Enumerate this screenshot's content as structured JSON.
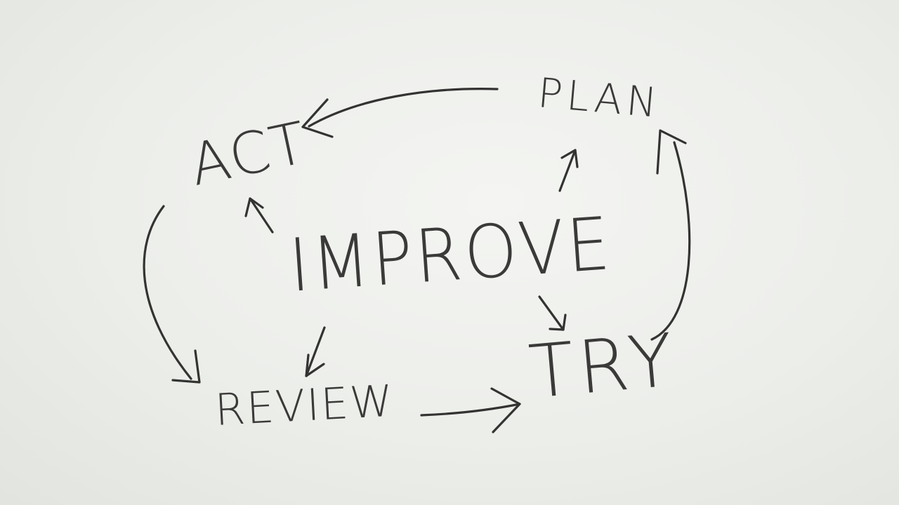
{
  "diagram": {
    "center": "IMPROVE",
    "nodes": {
      "plan": "PLAN",
      "act": "ACT",
      "review": "REVIEW",
      "try": "TRY"
    },
    "edges": [
      {
        "from": "PLAN",
        "to": "ACT"
      },
      {
        "from": "ACT",
        "to": "REVIEW"
      },
      {
        "from": "REVIEW",
        "to": "TRY"
      },
      {
        "from": "TRY",
        "to": "PLAN"
      },
      {
        "from": "IMPROVE",
        "to": "ACT"
      },
      {
        "from": "IMPROVE",
        "to": "PLAN"
      },
      {
        "from": "IMPROVE",
        "to": "REVIEW"
      },
      {
        "from": "IMPROVE",
        "to": "TRY"
      }
    ],
    "style": {
      "ink_color": "#333331",
      "paper_color": "#eceeea"
    }
  }
}
